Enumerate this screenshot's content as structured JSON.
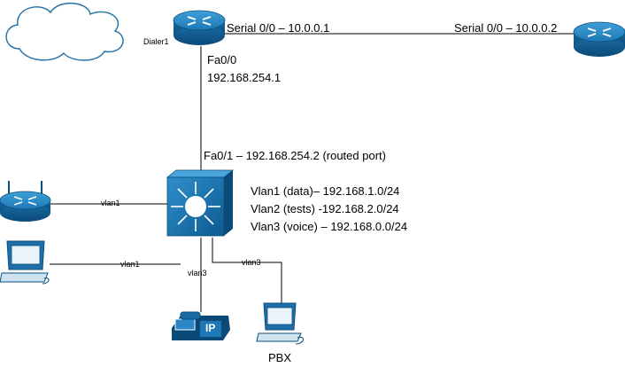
{
  "router_main": {
    "interface_dialer": "Dialer1",
    "interface_serial": "Serial 0/0 – 10.0.0.1",
    "interface_fa_name": "Fa0/0",
    "interface_fa_ip": "192.168.254.1"
  },
  "router_remote": {
    "interface_serial": "Serial 0/0 – 10.0.0.2"
  },
  "switch": {
    "uplink": "Fa0/1 – 192.168.254.2 (routed port)",
    "vlans": [
      "Vlan1 (data)– 192.168.1.0/24",
      "Vlan2 (tests) -192.168.2.0/24",
      "Vlan3 (voice) – 192.168.0.0/24"
    ]
  },
  "links": {
    "wifi_router": "vlan1",
    "pc": "vlan1",
    "ip_phone": "vlan3",
    "pbx": "vlan3"
  },
  "devices": {
    "pbx_label": "PBX",
    "ip_phone_badge": "IP"
  },
  "colors": {
    "device_blue": "#1f7fbf",
    "device_dark": "#0b4f7c",
    "cloud_stroke": "#1f6fa8"
  }
}
